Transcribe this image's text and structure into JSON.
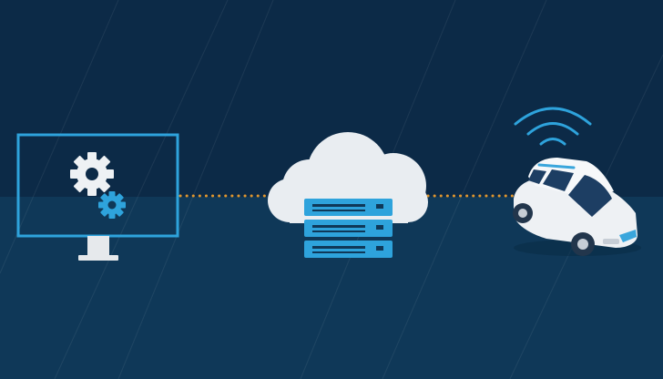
{
  "colors": {
    "background_top": "#0c2a47",
    "background_bottom": "#0f3858",
    "accent_blue": "#2ea3dc",
    "connector_orange": "#e0962e",
    "cloud_light": "#e9edf1",
    "cloud_shadow": "#cfd6dd",
    "monitor_stand": "#e6e9ec",
    "car_body": "#eef1f4",
    "car_window": "#1d3e63",
    "car_stripe": "#3aa6dc"
  },
  "nodes": [
    {
      "id": "workstation",
      "icon": "monitor-with-gears-icon"
    },
    {
      "id": "cloud-server",
      "icon": "cloud-server-icon"
    },
    {
      "id": "connected-car",
      "icon": "car-with-wifi-icon"
    }
  ],
  "connectors": [
    {
      "from": "workstation",
      "to": "cloud-server",
      "style": "dotted"
    },
    {
      "from": "cloud-server",
      "to": "connected-car",
      "style": "dotted"
    }
  ]
}
